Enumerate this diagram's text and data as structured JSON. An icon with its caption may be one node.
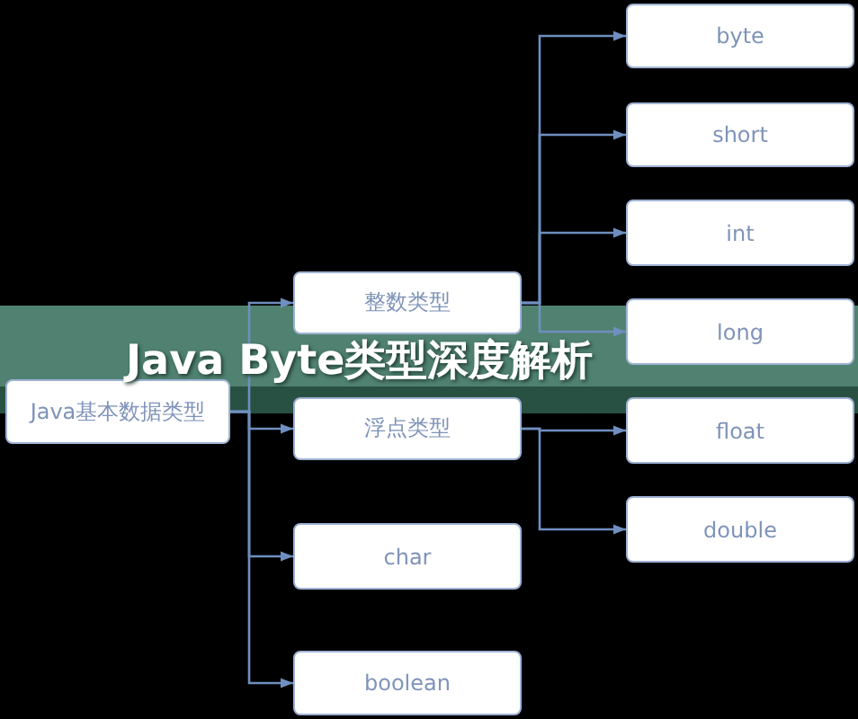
{
  "diagram": {
    "title": "Java Byte类型深度解析",
    "nodes": [
      {
        "text": [
          "Java基本数据类型"
        ]
      },
      {
        "text": [
          "整数类型"
        ]
      },
      {
        "text": [
          "浮点类型"
        ]
      },
      {
        "text": [
          "char"
        ]
      },
      {
        "text": [
          "boolean"
        ]
      },
      {
        "text": [
          "byte"
        ]
      },
      {
        "text": [
          "short"
        ]
      },
      {
        "text": [
          "int"
        ]
      },
      {
        "text": [
          "long"
        ]
      },
      {
        "text": [
          "float"
        ]
      },
      {
        "text": [
          "double"
        ]
      }
    ],
    "edges": [
      {
        "from": 0,
        "to": 1,
        "arrow": "to"
      },
      {
        "from": 0,
        "to": 2,
        "arrow": "to"
      },
      {
        "from": 0,
        "to": 3,
        "arrow": "to"
      },
      {
        "from": 0,
        "to": 4,
        "arrow": "to"
      },
      {
        "from": 1,
        "to": 5,
        "arrow": "to"
      },
      {
        "from": 1,
        "to": 6,
        "arrow": "to"
      },
      {
        "from": 1,
        "to": 7,
        "arrow": "to"
      },
      {
        "from": 1,
        "to": 8,
        "arrow": "to"
      },
      {
        "from": 2,
        "to": 9,
        "arrow": "to"
      },
      {
        "from": 2,
        "to": 10,
        "arrow": "to"
      }
    ]
  }
}
